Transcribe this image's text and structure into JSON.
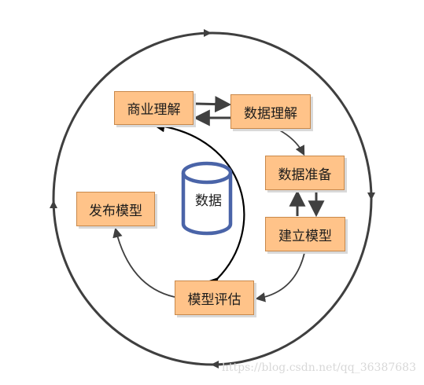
{
  "nodes": {
    "business_understanding": "商业理解",
    "data_understanding": "数据理解",
    "data_preparation": "数据准备",
    "modeling": "建立模型",
    "evaluation": "模型评估",
    "deployment": "发布模型"
  },
  "center": {
    "data_label": "数据"
  },
  "watermark": "https://blog.csdn.net/qq_36387683"
}
